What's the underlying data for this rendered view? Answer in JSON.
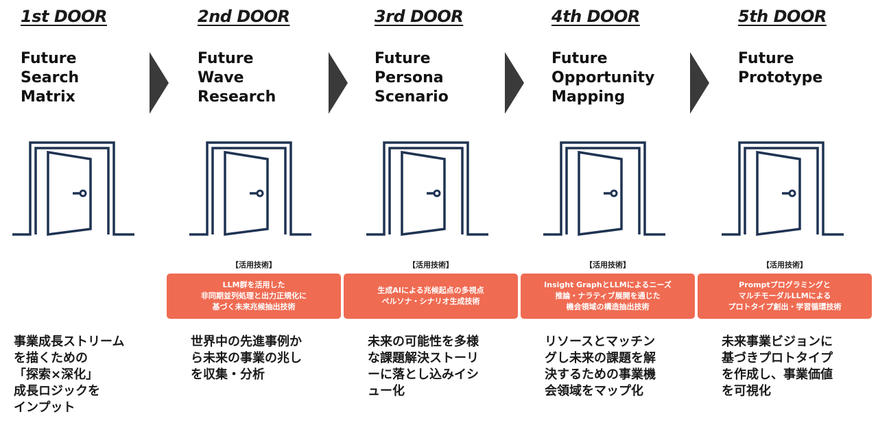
{
  "doors": [
    {
      "heading": "1st DOOR",
      "title": [
        "Future",
        "Search",
        "Matrix"
      ],
      "tech_label": "",
      "tech": [],
      "desc": [
        "事業成長ストリーム",
        "を描くための",
        "「探索×深化」",
        "成長ロジックを",
        "インプット"
      ]
    },
    {
      "heading": "2nd DOOR",
      "title": [
        "Future",
        "Wave",
        "Research"
      ],
      "tech_label": "【活用技術】",
      "tech": [
        "LLM群を活用した",
        "非同期並列処理と出力正規化に",
        "基づく未来兆候抽出技術"
      ],
      "desc": [
        "世界中の先進事例か",
        "ら未来の事業の兆し",
        "を収集・分析"
      ]
    },
    {
      "heading": "3rd DOOR",
      "title": [
        "Future",
        "Persona",
        "Scenario"
      ],
      "tech_label": "【活用技術】",
      "tech": [
        "生成AIによる兆候起点の多視点",
        "ペルソナ・シナリオ生成技術"
      ],
      "desc": [
        "未来の可能性を多様",
        "な課題解決ストーリ",
        "ーに落とし込みイシ",
        "ュー化"
      ]
    },
    {
      "heading": "4th DOOR",
      "title": [
        "Future",
        "Opportunity",
        "Mapping"
      ],
      "tech_label": "【活用技術】",
      "tech": [
        "Insight GraphとLLMによるニーズ",
        "推論・ナラティブ展開を通じた",
        "機会領域の構造抽出技術"
      ],
      "desc": [
        "リソースとマッチン",
        "グし未来の課題を解",
        "決するための事業機",
        "会領域をマップ化"
      ]
    },
    {
      "heading": "5th DOOR",
      "title": [
        "Future",
        "Prototype"
      ],
      "tech_label": "【活用技術】",
      "tech": [
        "Promptプログラミングと",
        "マルチモーダルLLMによる",
        "プロトタイプ創出・学習循環技術"
      ],
      "desc": [
        "未来事業ビジョンに",
        "基づきプロトタイプ",
        "を作成し、事業価値",
        "を可視化"
      ]
    }
  ],
  "icons": {
    "door": "open-door-icon",
    "arrow": "chevron-right-icon"
  },
  "colors": {
    "tech_box": "#ef6b52",
    "door_stroke": "#1f3352",
    "arrow": "#3a3a3a"
  }
}
